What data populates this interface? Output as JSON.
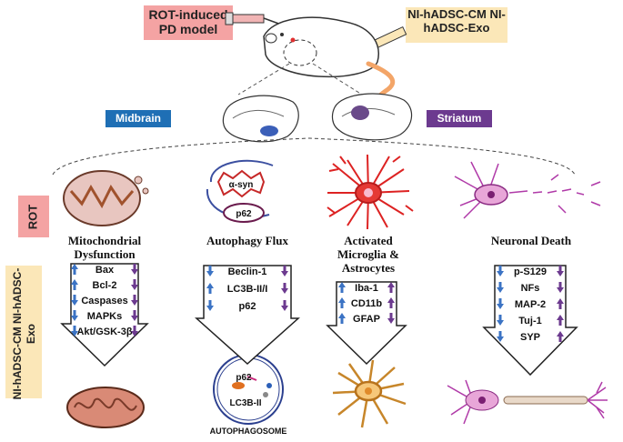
{
  "model_label": "ROT-induced PD model",
  "treatment_label": "NI-hADSC-CM NI-hADSC-Exo",
  "regions": {
    "midbrain": "Midbrain",
    "striatum": "Striatum"
  },
  "side_labels": {
    "rot": "ROT",
    "treatment": "NI-hADSC-CM NI-hADSC-Exo"
  },
  "colors": {
    "up_arrow": "#3b73c4",
    "down_arrow": "#6c3a8f",
    "rot_fill": "#f4a3a3",
    "treat_fill": "#fbe7b8"
  },
  "panels": [
    {
      "title": "Mitochondrial Dysfunction",
      "markers": [
        {
          "label": "Bax",
          "left": "up",
          "right": "down"
        },
        {
          "label": "Bcl-2",
          "left": "up",
          "right": "down"
        },
        {
          "label": "Caspases",
          "left": "down",
          "right": "down"
        },
        {
          "label": "MAPKs",
          "left": "down",
          "right": "down"
        },
        {
          "label": "Akt/GSK-3β",
          "left": "down",
          "right": "down"
        }
      ]
    },
    {
      "title": "Autophagy Flux",
      "image_labels": [
        "α-syn",
        "p62"
      ],
      "markers": [
        {
          "label": "Beclin-1",
          "left": "down",
          "right": "down"
        },
        {
          "label": "LC3B-II/I",
          "left": "up",
          "right": "down"
        },
        {
          "label": "p62",
          "left": "down",
          "right": "down"
        }
      ],
      "bottom_labels": [
        "p62",
        "LC3B-II",
        "AUTOPHAGOSOME"
      ]
    },
    {
      "title": "Activated Microglia & Astrocytes",
      "markers": [
        {
          "label": "Iba-1",
          "left": "up",
          "right": "up"
        },
        {
          "label": "CD11b",
          "left": "up",
          "right": "up"
        },
        {
          "label": "GFAP",
          "left": "up",
          "right": "down"
        }
      ]
    },
    {
      "title": "Neuronal Death",
      "markers": [
        {
          "label": "p-S129",
          "left": "down",
          "right": "down"
        },
        {
          "label": "NFs",
          "left": "down",
          "right": "down"
        },
        {
          "label": "MAP-2",
          "left": "down",
          "right": "up"
        },
        {
          "label": "Tuj-1",
          "left": "down",
          "right": "up"
        },
        {
          "label": "SYP",
          "left": "down",
          "right": "up"
        }
      ]
    }
  ]
}
